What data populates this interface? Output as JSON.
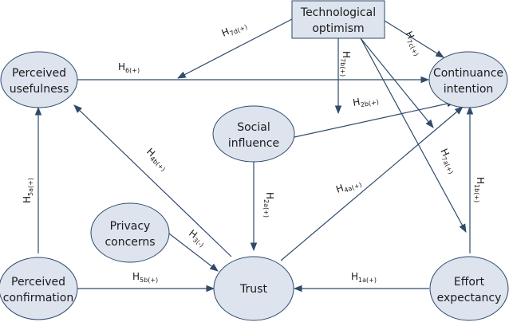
{
  "diagram": {
    "nodes": {
      "tech": {
        "line1": "Technological",
        "line2": "optimism"
      },
      "pu": {
        "line1": "Perceived",
        "line2": "usefulness"
      },
      "ci": {
        "line1": "Continuance",
        "line2": "intention"
      },
      "si": {
        "line1": "Social",
        "line2": "influence"
      },
      "pc": {
        "line1": "Privacy",
        "line2": "concerns"
      },
      "pconf": {
        "line1": "Perceived",
        "line2": "confirmation"
      },
      "trust": {
        "line1": "Trust"
      },
      "ee": {
        "line1": "Effort",
        "line2": "expectancy"
      }
    },
    "hypotheses": [
      {
        "main": "H",
        "sub": "7d(+)"
      },
      {
        "main": "H",
        "sub": "6(+)"
      },
      {
        "main": "H",
        "sub": "7b(+)"
      },
      {
        "main": "H",
        "sub": "7c(+)"
      },
      {
        "main": "H",
        "sub": "2b(+)"
      },
      {
        "main": "H",
        "sub": "4b(+)"
      },
      {
        "main": "H",
        "sub": "5a(+)"
      },
      {
        "main": "H",
        "sub": "2a(+)"
      },
      {
        "main": "H",
        "sub": "4a(+)"
      },
      {
        "main": "H",
        "sub": "7a(+)"
      },
      {
        "main": "H",
        "sub": "1b(+)"
      },
      {
        "main": "H",
        "sub": "3(-)"
      },
      {
        "main": "H",
        "sub": "5b(+)"
      },
      {
        "main": "H",
        "sub": "1a(+)"
      }
    ]
  },
  "colors": {
    "arrow": "#2f4a6b",
    "node_fill": "#dde4ee",
    "node_stroke": "#2f4a6b"
  }
}
